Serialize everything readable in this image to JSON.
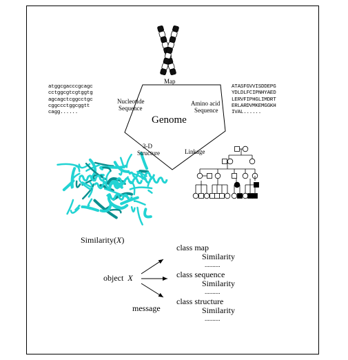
{
  "diagram": {
    "pentagon_labels": {
      "map": "Map",
      "nucleotide": [
        "Nucleotide",
        "Sequence"
      ],
      "amino": [
        "Amino acid",
        "Sequence"
      ],
      "structure": [
        "3-D",
        "Structure"
      ],
      "linkage": "Linkage",
      "center": "Genome"
    },
    "nucleotide_sequence": [
      "atggcgacccgcagc",
      "cctggcgtcgtggtg",
      "agcagctcggcctgc",
      "cggccctggcggtt",
      "cagg......"
    ],
    "amino_sequence": [
      "ATASFGVVISDDEPG",
      "YDLDLFCIPNHYAED",
      "LERVFIPHGLIMDRT",
      "ERLARDVMKEMGGKH",
      "IVAL......"
    ],
    "similarity": {
      "prefix": "Similarity(",
      "variable": "X",
      "suffix": ")"
    },
    "object_label": "object",
    "object_variable": "X",
    "message_label": "message",
    "classes": [
      {
        "name": "class map",
        "method": "Similarity",
        "ellipsis": ".........."
      },
      {
        "name": "class sequence",
        "method": "Similarity",
        "ellipsis": ".........."
      },
      {
        "name": "class structure",
        "method": "Similarity",
        "ellipsis": ".........."
      }
    ],
    "colors": {
      "protein": "#22d3d3",
      "protein_dark": "#0b8f8f",
      "line": "#000000",
      "chromosome_dark": "#111111",
      "chromosome_light": "#ffffff"
    },
    "icons": [
      "chromosome-icon",
      "protein-structure-icon",
      "pedigree-icon"
    ]
  }
}
